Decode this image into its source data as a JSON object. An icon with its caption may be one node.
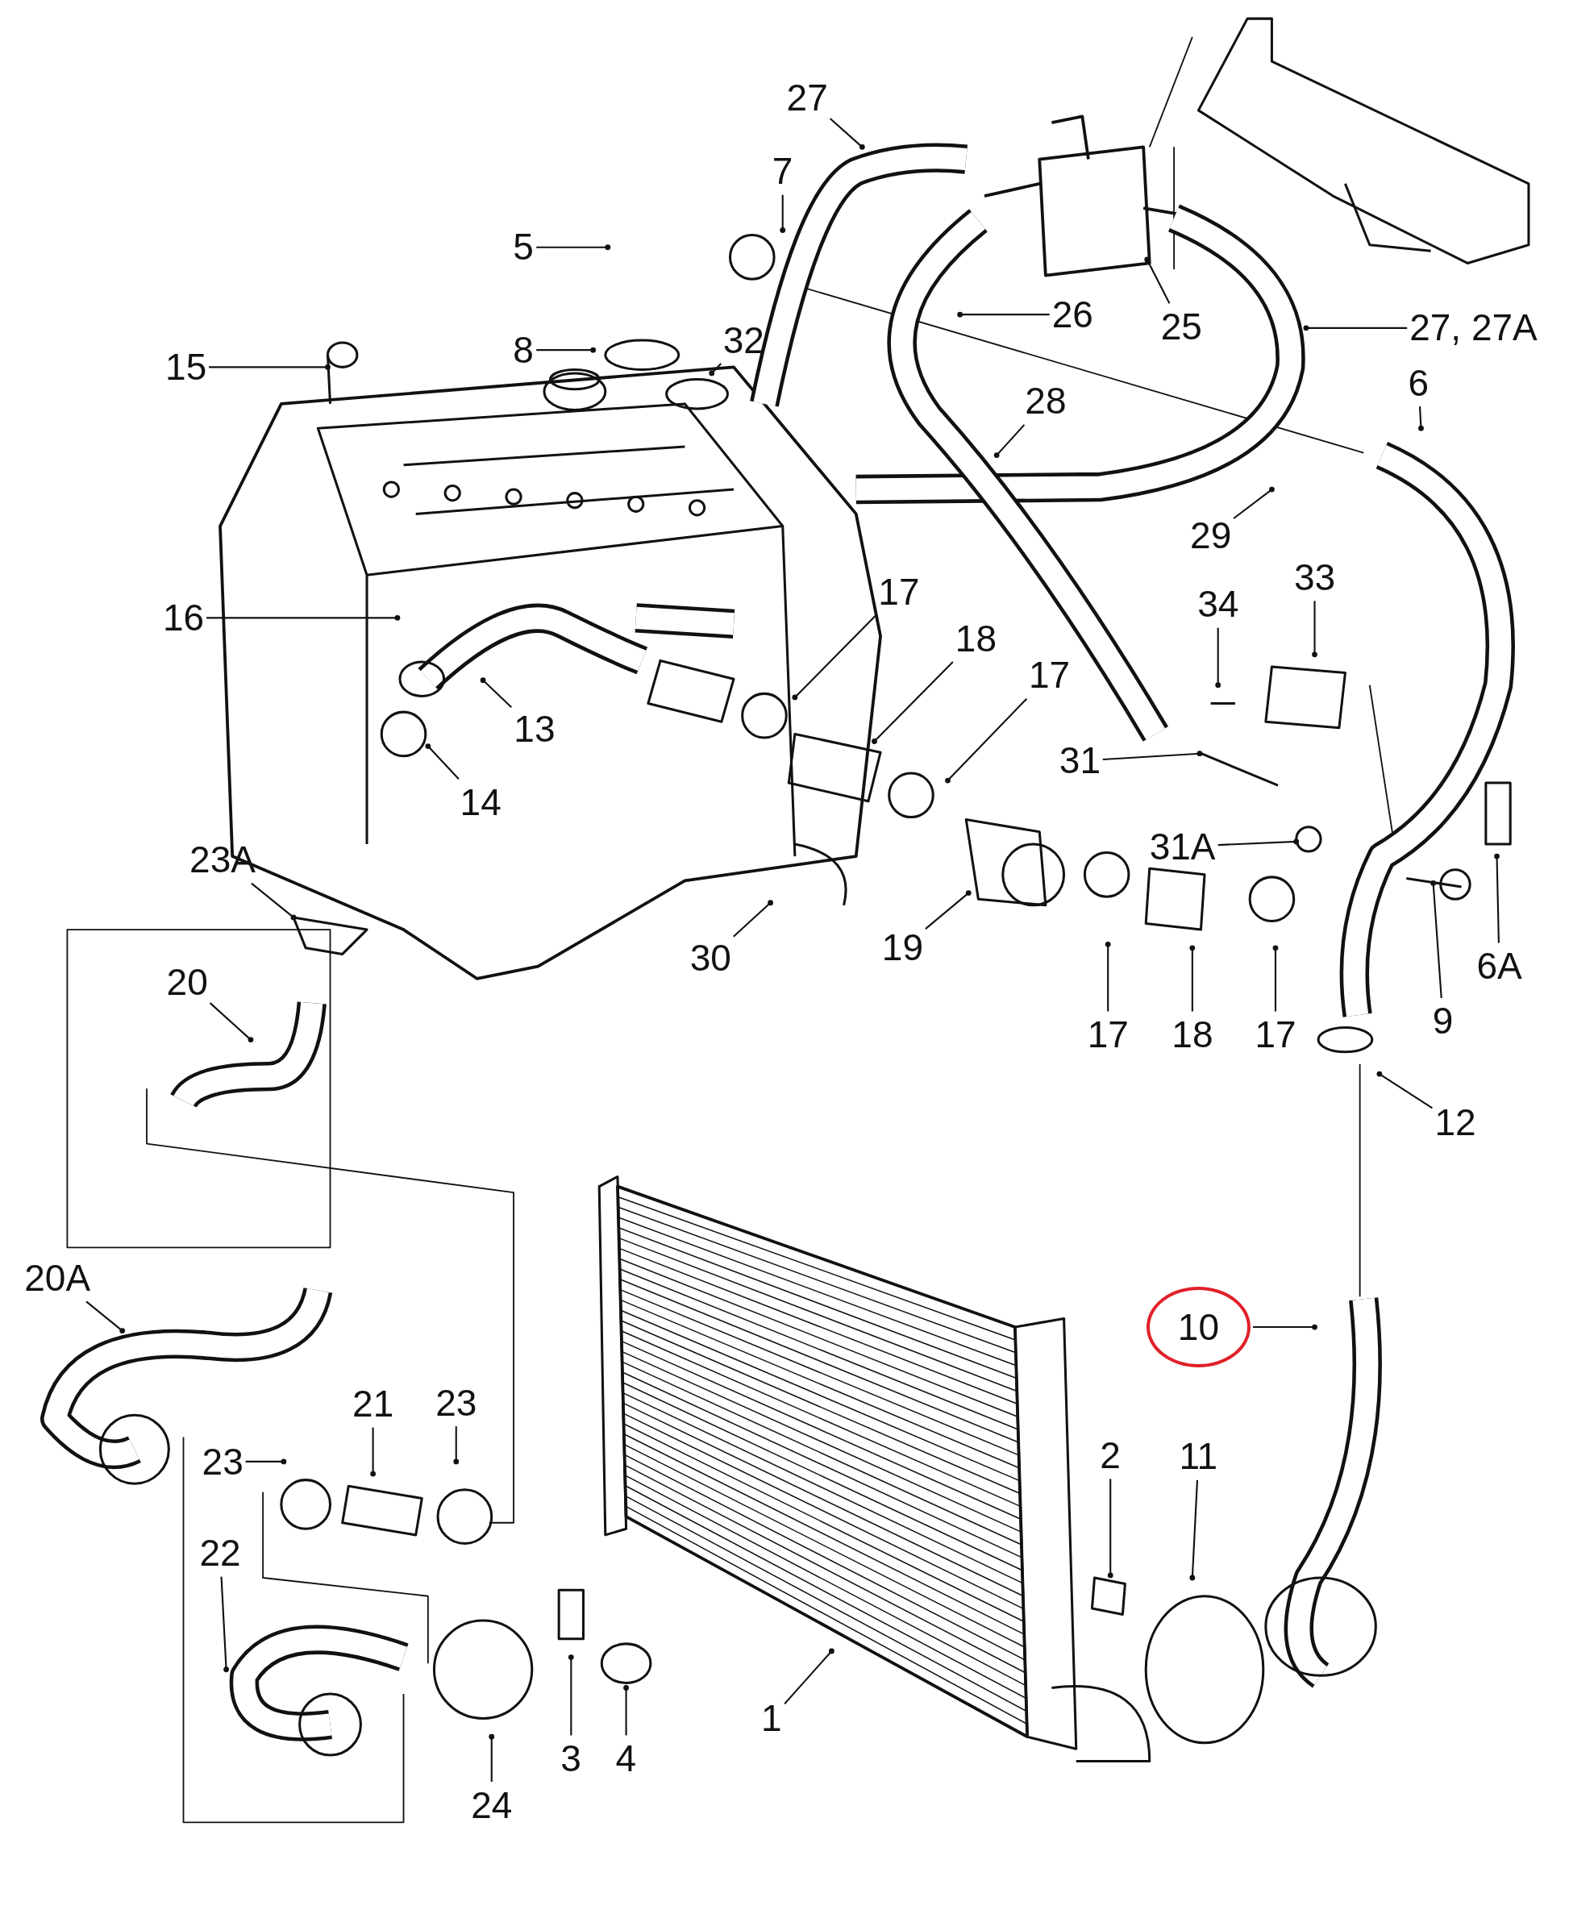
{
  "diagram": {
    "nodes": [
      {
        "text": [
          "27"
        ]
      },
      {
        "text": [
          "7"
        ]
      },
      {
        "text": [
          "5"
        ]
      },
      {
        "text": [
          "32"
        ]
      },
      {
        "text": [
          "8"
        ]
      },
      {
        "text": [
          "26"
        ]
      },
      {
        "text": [
          "25"
        ]
      },
      {
        "text": [
          "27, 27A"
        ]
      },
      {
        "text": [
          "15"
        ]
      },
      {
        "text": [
          "6"
        ]
      },
      {
        "text": [
          "28"
        ]
      },
      {
        "text": [
          "29"
        ]
      },
      {
        "text": [
          "33"
        ]
      },
      {
        "text": [
          "17"
        ]
      },
      {
        "text": [
          "34"
        ]
      },
      {
        "text": [
          "16"
        ]
      },
      {
        "text": [
          "18"
        ]
      },
      {
        "text": [
          "17"
        ]
      },
      {
        "text": [
          "13"
        ]
      },
      {
        "text": [
          "31"
        ]
      },
      {
        "text": [
          "14"
        ]
      },
      {
        "text": [
          "31A"
        ]
      },
      {
        "text": [
          "23A"
        ]
      },
      {
        "text": [
          "19"
        ]
      },
      {
        "text": [
          "30"
        ]
      },
      {
        "text": [
          "6A"
        ]
      },
      {
        "text": [
          "20"
        ]
      },
      {
        "text": [
          "17"
        ]
      },
      {
        "text": [
          "18"
        ]
      },
      {
        "text": [
          "17"
        ]
      },
      {
        "text": [
          "9"
        ]
      },
      {
        "text": [
          "12"
        ]
      },
      {
        "text": [
          "20A"
        ]
      },
      {
        "text": [
          "10"
        ]
      },
      {
        "text": [
          "21"
        ]
      },
      {
        "text": [
          "23"
        ]
      },
      {
        "text": [
          "23"
        ]
      },
      {
        "text": [
          "2"
        ]
      },
      {
        "text": [
          "11"
        ]
      },
      {
        "text": [
          "22"
        ]
      },
      {
        "text": [
          "1"
        ]
      },
      {
        "text": [
          "3"
        ]
      },
      {
        "text": [
          "4"
        ]
      },
      {
        "text": [
          "24"
        ]
      }
    ],
    "edges": [
      {
        "from": 0,
        "to": null,
        "arrow": "other"
      },
      {
        "from": 1,
        "to": null,
        "arrow": "other"
      },
      {
        "from": 2,
        "to": null,
        "arrow": "other"
      },
      {
        "from": 3,
        "to": null,
        "arrow": "other"
      },
      {
        "from": 4,
        "to": null,
        "arrow": "other"
      },
      {
        "from": 5,
        "to": null,
        "arrow": "other"
      },
      {
        "from": 6,
        "to": null,
        "arrow": "other"
      },
      {
        "from": 7,
        "to": null,
        "arrow": "other"
      },
      {
        "from": 8,
        "to": null,
        "arrow": "other"
      },
      {
        "from": 9,
        "to": null,
        "arrow": "other"
      },
      {
        "from": 10,
        "to": null,
        "arrow": "other"
      },
      {
        "from": 11,
        "to": null,
        "arrow": "other"
      },
      {
        "from": 12,
        "to": null,
        "arrow": "other"
      },
      {
        "from": 13,
        "to": null,
        "arrow": "other"
      },
      {
        "from": 14,
        "to": null,
        "arrow": "other"
      },
      {
        "from": 15,
        "to": null,
        "arrow": "other"
      },
      {
        "from": 16,
        "to": null,
        "arrow": "other"
      },
      {
        "from": 17,
        "to": null,
        "arrow": "other"
      },
      {
        "from": 18,
        "to": null,
        "arrow": "other"
      },
      {
        "from": 19,
        "to": null,
        "arrow": "other"
      },
      {
        "from": 20,
        "to": null,
        "arrow": "other"
      },
      {
        "from": 21,
        "to": null,
        "arrow": "other"
      },
      {
        "from": 22,
        "to": null,
        "arrow": "other"
      },
      {
        "from": 23,
        "to": null,
        "arrow": "other"
      },
      {
        "from": 24,
        "to": null,
        "arrow": "other"
      },
      {
        "from": 25,
        "to": null,
        "arrow": "other"
      },
      {
        "from": 26,
        "to": null,
        "arrow": "other"
      },
      {
        "from": 27,
        "to": null,
        "arrow": "other"
      },
      {
        "from": 28,
        "to": null,
        "arrow": "other"
      },
      {
        "from": 29,
        "to": null,
        "arrow": "other"
      },
      {
        "from": 30,
        "to": null,
        "arrow": "other"
      },
      {
        "from": 31,
        "to": null,
        "arrow": "other"
      },
      {
        "from": 32,
        "to": null,
        "arrow": "other"
      },
      {
        "from": 33,
        "to": null,
        "arrow": "other"
      },
      {
        "from": 34,
        "to": null,
        "arrow": "other"
      },
      {
        "from": 35,
        "to": null,
        "arrow": "other"
      },
      {
        "from": 36,
        "to": null,
        "arrow": "other"
      },
      {
        "from": 37,
        "to": null,
        "arrow": "other"
      },
      {
        "from": 38,
        "to": null,
        "arrow": "other"
      },
      {
        "from": 39,
        "to": null,
        "arrow": "other"
      },
      {
        "from": 40,
        "to": null,
        "arrow": "other"
      },
      {
        "from": 41,
        "to": null,
        "arrow": "other"
      },
      {
        "from": 42,
        "to": null,
        "arrow": "other"
      },
      {
        "from": 43,
        "to": null,
        "arrow": "other"
      }
    ]
  }
}
